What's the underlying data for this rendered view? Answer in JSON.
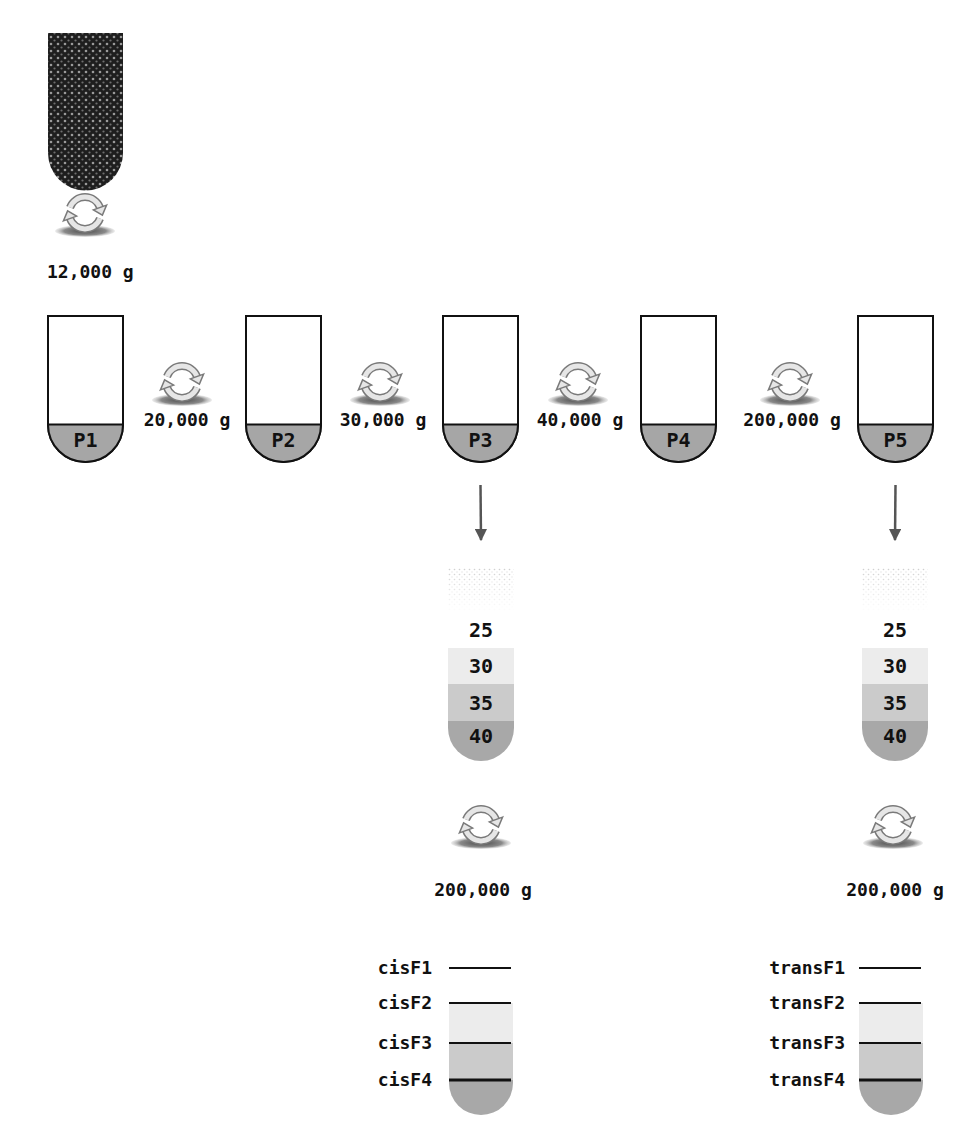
{
  "diagram": {
    "nodes": [
      {
        "text": [
          "P1"
        ]
      },
      {
        "text": [
          "P2"
        ]
      },
      {
        "text": [
          "P3"
        ]
      },
      {
        "text": [
          "P4"
        ]
      },
      {
        "text": [
          "P5"
        ]
      },
      {
        "text": [
          "25"
        ]
      },
      {
        "text": [
          "30"
        ]
      },
      {
        "text": [
          "35"
        ]
      },
      {
        "text": [
          "40"
        ]
      },
      {
        "text": [
          "25"
        ]
      },
      {
        "text": [
          "30"
        ]
      },
      {
        "text": [
          "35"
        ]
      },
      {
        "text": [
          "40"
        ]
      }
    ],
    "edges": [
      {
        "from": 2,
        "to": 5,
        "arrow": "to"
      },
      {
        "from": 4,
        "to": 9,
        "arrow": "to"
      }
    ],
    "labels": [
      "12,000 g",
      "20,000 g",
      "30,000 g",
      "40,000 g",
      "200,000 g",
      "200,000 g",
      "200,000 g",
      "cisF1",
      "cisF2",
      "cisF3",
      "cisF4",
      "transF1",
      "transF2",
      "transF3",
      "transF4"
    ]
  }
}
